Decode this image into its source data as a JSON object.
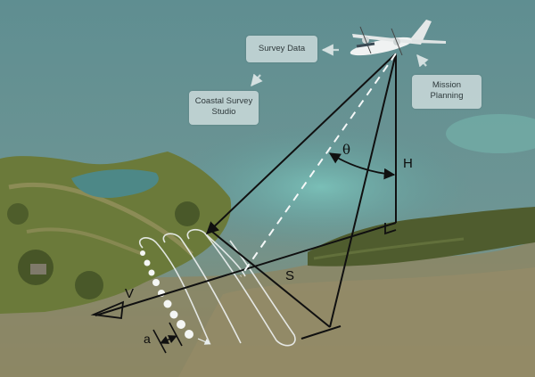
{
  "badges": {
    "survey_data": "Survey Data",
    "coastal_studio": [
      "Coastal Survey",
      "Studio"
    ],
    "mission_planning": [
      "Mission",
      "Planning"
    ]
  },
  "labels": {
    "theta": "θ",
    "height": "H",
    "slant": "S",
    "velocity": "V",
    "spacing": "a"
  },
  "colors": {
    "line": "#101010",
    "dashed": "#ffffff",
    "sea_deep": "#4d7f83",
    "sea_shallow": "#6bb4b0",
    "land": "#6b7a3a"
  },
  "icons": [
    "aircraft-icon",
    "arrow-icon"
  ]
}
